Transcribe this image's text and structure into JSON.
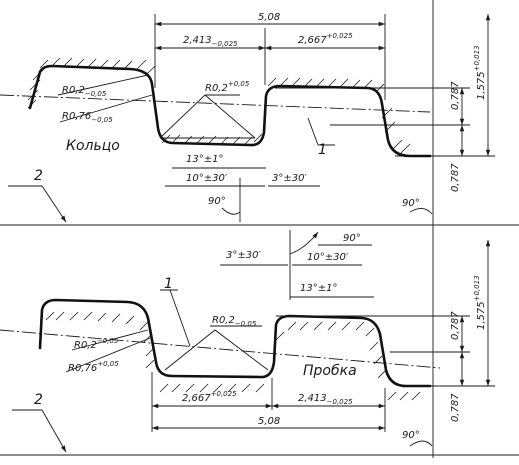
{
  "ring": {
    "name": "Кольцо",
    "pitch": "5,08",
    "land1": {
      "base": "2,413",
      "tol": "−0,025"
    },
    "land2": {
      "base": "2,667",
      "tol": "+0,025"
    },
    "r_tip": {
      "base": "R0,2",
      "tol": "−0,05"
    },
    "r_root": {
      "base": "R0,2",
      "tol": "+0,05"
    },
    "r_tip2": {
      "base": "R0,76",
      "tol": "−0,05"
    },
    "angle_top": "13°±1°",
    "angle_left": "10°±30′",
    "angle_right": "3°±30′",
    "angle_90": "90°",
    "depth": "0,787",
    "height": {
      "base": "1,575",
      "tol": "+0,013"
    },
    "depth2": "0,787",
    "leader1": "1",
    "leader2": "2"
  },
  "plug": {
    "name": "Пробка",
    "pitch": "5,08",
    "land1": {
      "base": "2,667",
      "tol": "+0,025"
    },
    "land2": {
      "base": "2,413",
      "tol": "−0,025"
    },
    "r_root": {
      "base": "R0,2",
      "tol": "−0,05"
    },
    "r_tip": {
      "base": "R0,2",
      "tol": "−0,05"
    },
    "r_tip2": {
      "base": "R0,76",
      "tol": "+0,05"
    },
    "angle_top": "13°±1°",
    "angle_left": "3°±30′",
    "angle_right": "10°±30′",
    "angle_90a": "90°",
    "angle_90b": "90°",
    "depth": "0,787",
    "height": {
      "base": "1,575",
      "tol": "+0,013"
    },
    "depth2": "0,787",
    "leader1": "1",
    "leader2": "2"
  }
}
